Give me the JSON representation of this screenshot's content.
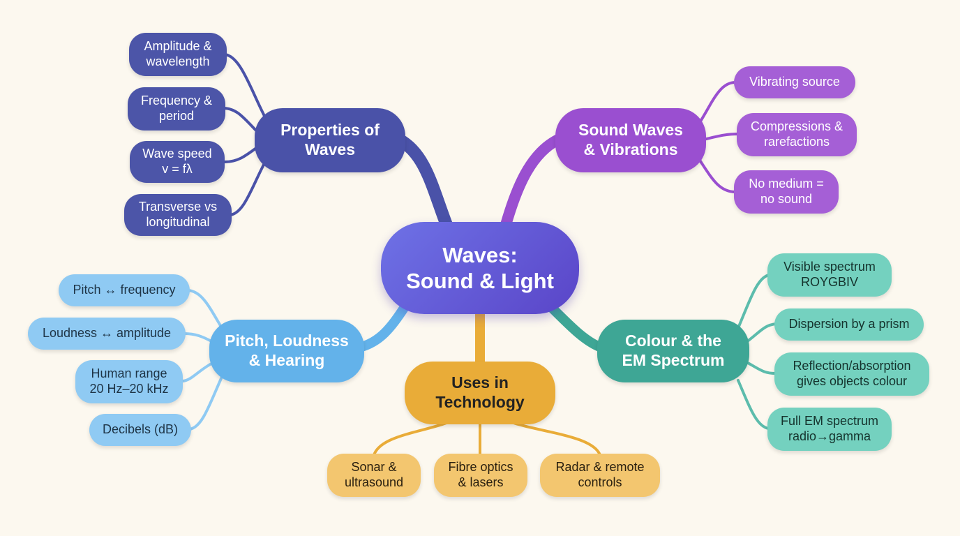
{
  "title": "Waves:\nSound & Light",
  "colors": {
    "properties": "#4a52a8",
    "sound": "#9a4fd0",
    "pitch": "#63b2ea",
    "colour": "#3ea695",
    "uses": "#e9ac38"
  },
  "branches": {
    "properties": {
      "label": "Properties of\nWaves",
      "leaves": [
        "Amplitude &\nwavelength",
        "Frequency &\nperiod",
        "Wave speed\nv = fλ",
        "Transverse vs\nlongitudinal"
      ]
    },
    "sound": {
      "label": "Sound Waves\n& Vibrations",
      "leaves": [
        "Vibrating source",
        "Compressions &\nrarefactions",
        "No medium =\nno sound"
      ]
    },
    "pitch": {
      "label": "Pitch, Loudness\n& Hearing",
      "leaves": [
        "Pitch ↔ frequency",
        "Loudness ↔ amplitude",
        "Human range\n20 Hz–20 kHz",
        "Decibels (dB)"
      ]
    },
    "colour": {
      "label": "Colour & the\nEM Spectrum",
      "leaves": [
        "Visible spectrum\nROYGBIV",
        "Dispersion by a prism",
        "Reflection/absorption\ngives objects colour",
        "Full EM spectrum\nradio→gamma"
      ]
    },
    "uses": {
      "label": "Uses in\nTechnology",
      "leaves": [
        "Sonar &\nultrasound",
        "Fibre optics\n& lasers",
        "Radar & remote\ncontrols"
      ]
    }
  }
}
